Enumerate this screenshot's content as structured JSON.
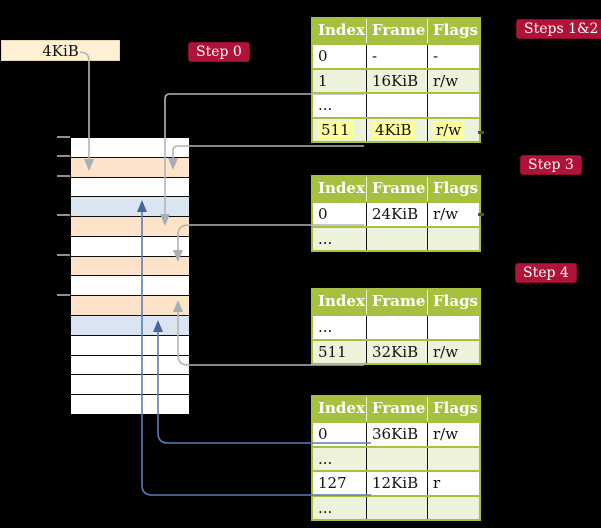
{
  "colors": {
    "bg": "#000000",
    "table-green": "#a6c03f",
    "row-green": "#edf2da",
    "row-white": "#ffffff",
    "badge-red": "#b11338",
    "badge-border": "#8a0e2d",
    "highlight-yellow": "#fdff9c",
    "frame-peach": "#fde3c7",
    "frame-blue": "#dbe5f2",
    "label-cream": "#fdf0d3",
    "line-gray": "#b4b4b4",
    "head-gray": "#a8aeb6",
    "line-blue": "#5b7db1",
    "head-blue": "#44669c",
    "tick-gray": "#8f8f8f"
  },
  "frame_size_label": "4KiB",
  "badges": {
    "step0": "Step 0",
    "steps12": "Steps 1&2",
    "step3": "Step 3",
    "step4": "Step 4"
  },
  "memory": {
    "rows": [
      "mc-white",
      "mc-peach",
      "mc-white",
      "mc-blue",
      "mc-peach",
      "mc-white",
      "mc-peach",
      "mc-white",
      "mc-peach",
      "mc-blue",
      "mc-white",
      "mc-white",
      "mc-white",
      "mc-white"
    ]
  },
  "tables": {
    "t1": {
      "headers": [
        "Index",
        "Frame",
        "Flags"
      ],
      "rows": [
        {
          "cells": [
            "0",
            "-",
            "-"
          ],
          "shade": "white"
        },
        {
          "cells": [
            "1",
            "16KiB",
            "r/w"
          ],
          "shade": "green"
        },
        {
          "cells": [
            "...",
            "",
            ""
          ],
          "shade": "white"
        },
        {
          "cells": [
            "511",
            "4KiB",
            "r/w"
          ],
          "shade": "green",
          "highlight": true
        }
      ]
    },
    "t2": {
      "headers": [
        "Index",
        "Frame",
        "Flags"
      ],
      "rows": [
        {
          "cells": [
            "0",
            "24KiB",
            "r/w"
          ],
          "shade": "white"
        },
        {
          "cells": [
            "...",
            "",
            ""
          ],
          "shade": "green"
        }
      ]
    },
    "t3": {
      "headers": [
        "Index",
        "Frame",
        "Flags"
      ],
      "rows": [
        {
          "cells": [
            "...",
            "",
            ""
          ],
          "shade": "white"
        },
        {
          "cells": [
            "511",
            "32KiB",
            "r/w"
          ],
          "shade": "green"
        }
      ]
    },
    "t4": {
      "headers": [
        "Index",
        "Frame",
        "Flags"
      ],
      "rows": [
        {
          "cells": [
            "0",
            "36KiB",
            "r/w"
          ],
          "shade": "white"
        },
        {
          "cells": [
            "...",
            "",
            ""
          ],
          "shade": "green"
        },
        {
          "cells": [
            "127",
            "12KiB",
            "r"
          ],
          "shade": "white"
        },
        {
          "cells": [
            "...",
            "",
            ""
          ],
          "shade": "green"
        }
      ]
    }
  }
}
